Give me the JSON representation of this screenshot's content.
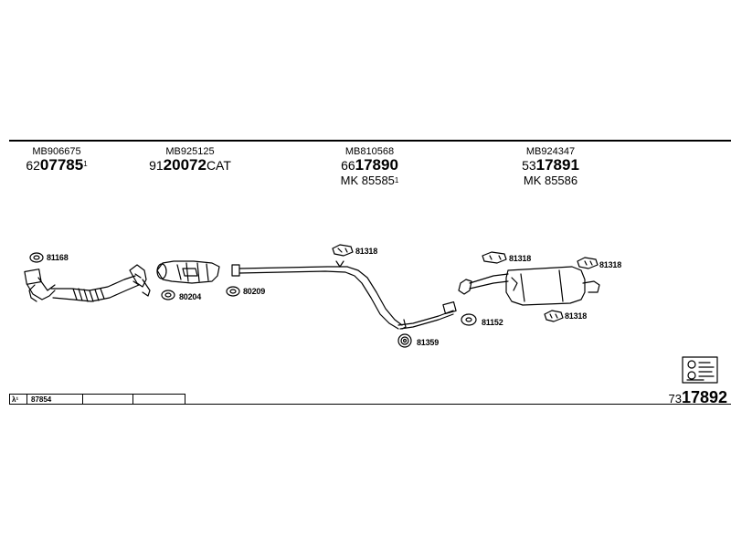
{
  "headers": [
    {
      "ref": "MB906675",
      "prefix": "62",
      "main": "07785",
      "suffix": "",
      "sup": "1",
      "mk": "",
      "mk_sup": ""
    },
    {
      "ref": "MB925125",
      "prefix": "91",
      "main": "20072",
      "suffix": "CAT",
      "sup": "",
      "mk": "",
      "mk_sup": ""
    },
    {
      "ref": "MB810568",
      "prefix": "66",
      "main": "17890",
      "suffix": "",
      "sup": "",
      "mk": "MK  85585",
      "mk_sup": "1"
    },
    {
      "ref": "MB924347",
      "prefix": "53",
      "main": "17891",
      "suffix": "",
      "sup": "",
      "mk": "MK  85586",
      "mk_sup": ""
    }
  ],
  "labels": {
    "l81168": "81168",
    "l80204": "80204",
    "l80209": "80209",
    "l81318a": "81318",
    "l81359": "81359",
    "l81152": "81152",
    "l81318b": "81318",
    "l81318c": "81318",
    "l81318d": "81318"
  },
  "table": {
    "symbol": "λ¹",
    "value": "87854",
    "col3": "",
    "col4": ""
  },
  "bottom_ref": {
    "prefix": "73",
    "main": "17892"
  },
  "icons": [
    "lambda-sensor",
    "clamp",
    "gasket",
    "hanger",
    "catalytic-converter",
    "silencer",
    "mounting-kit-icon"
  ]
}
